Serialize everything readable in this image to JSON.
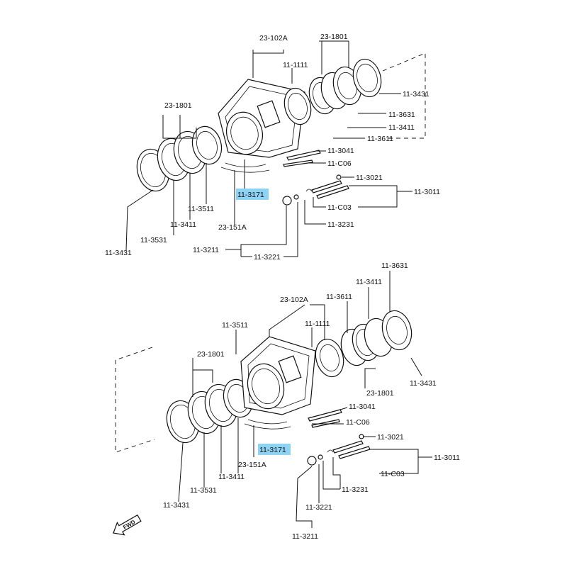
{
  "colors": {
    "highlight": "#8fd3f4",
    "ink": "#111111",
    "background": "#ffffff"
  },
  "top": {
    "labels": {
      "rotor": "23-102A",
      "bearing_set_right": "23-1801",
      "gear_ring": "11-1111",
      "seal_outer_right": "11-3431",
      "seal_3631": "11-3631",
      "seal_3411_right": "11-3411",
      "seal_3611": "11-3611",
      "seal_3041": "11-3041",
      "seal_c06": "11-C06",
      "seal_3021": "11-3021",
      "seal_3011": "11-3011",
      "seal_c03": "11-C03",
      "seal_3231": "11-3231",
      "seal_3211": "11-3211",
      "seal_3221": "11-3221",
      "bearing_set_left": "23-1801",
      "rotor_sub": "23-151A",
      "part_3171": "11-3171",
      "seal_3511": "11-3511",
      "seal_3411_left": "11-3411",
      "seal_3531": "11-3531",
      "seal_outer_left": "11-3431"
    }
  },
  "bottom": {
    "labels": {
      "seal_3631": "11-3631",
      "seal_3411_right": "11-3411",
      "seal_3611": "11-3611",
      "rotor": "23-102A",
      "seal_3511": "11-3511",
      "gear_ring": "11-1111",
      "bearing_set_left": "23-1801",
      "seal_outer_right": "11-3431",
      "bearing_set_right": "23-1801",
      "seal_3041": "11-3041",
      "seal_c06": "11-C06",
      "seal_3021": "11-3021",
      "part_3171": "11-3171",
      "seal_3011": "11-3011",
      "rotor_sub": "23-151A",
      "seal_c03": "11-C03",
      "seal_3231": "11-3231",
      "seal_3411_left": "11-3411",
      "seal_3531": "11-3531",
      "seal_3221": "11-3221",
      "seal_outer_left": "11-3431",
      "seal_3211": "11-3211"
    }
  },
  "fwd_label": "FWD"
}
